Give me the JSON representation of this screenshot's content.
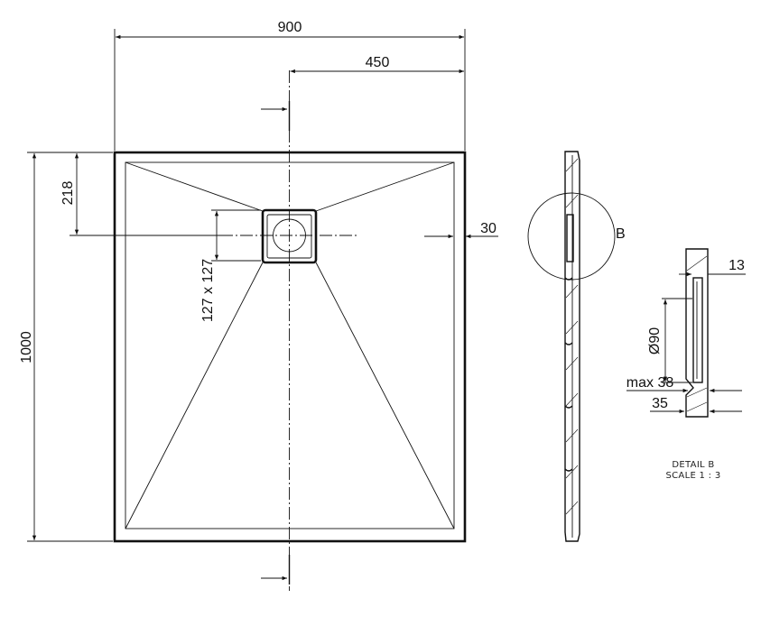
{
  "dimensions": {
    "width_total": "900",
    "width_half": "450",
    "height_total": "1000",
    "drain_offset": "218",
    "drain_size": "127 x 127",
    "rim_width": "30",
    "detail_label": "B",
    "detail_13": "13",
    "detail_dia": "Ø90",
    "detail_max": "max 38",
    "detail_35": "35"
  },
  "detail_caption": {
    "line1": "DETAIL B",
    "line2": "SCALE 1 : 3"
  }
}
